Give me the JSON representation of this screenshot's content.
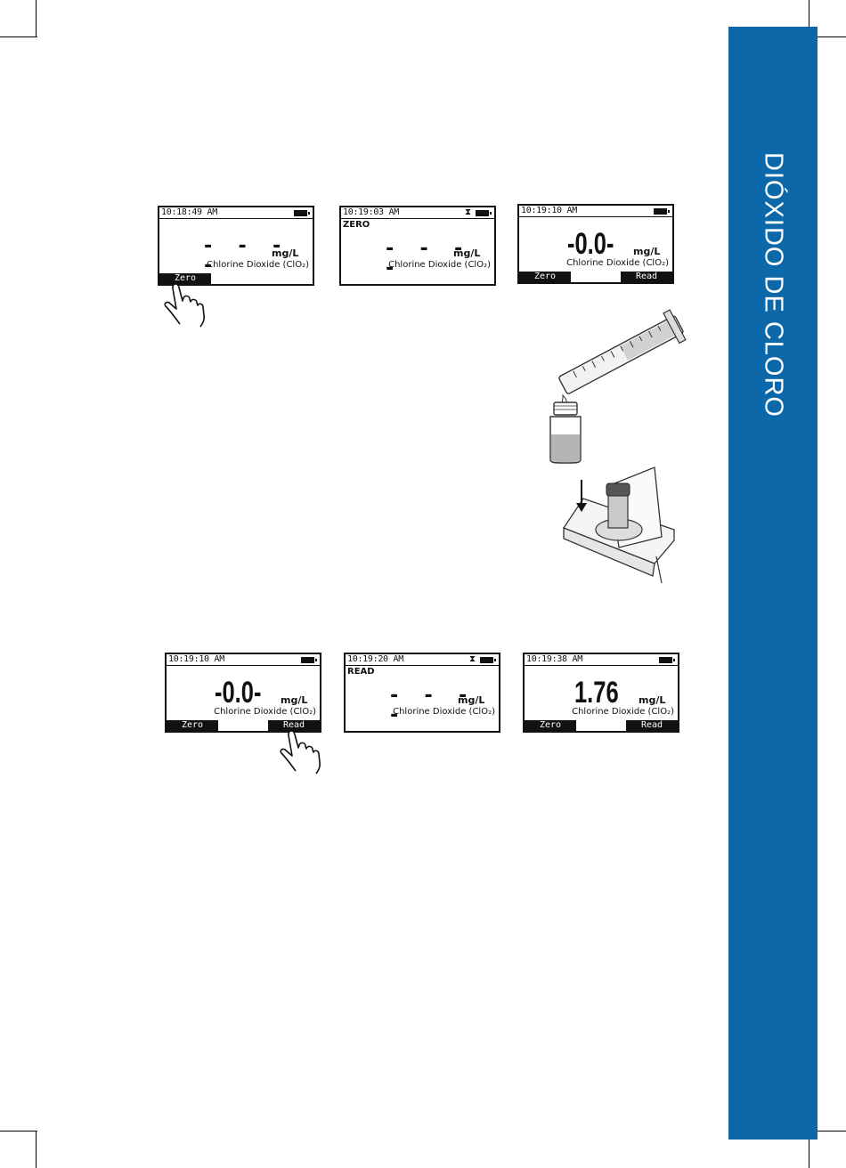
{
  "side_tab": {
    "title": "DIÓXIDO DE CLORO",
    "color": "#0d68a9"
  },
  "screens_top": [
    {
      "time": "10:18:49 AM",
      "mode": "",
      "display": "- - - -",
      "unit": "mg/L",
      "param": "Chlorine Dioxide (ClO₂)",
      "left_btn": "Zero",
      "right_btn": "",
      "hourglass": false
    },
    {
      "time": "10:19:03 AM",
      "mode": "ZERO",
      "display": "- - - -",
      "unit": "mg/L",
      "param": "Chlorine Dioxide (ClO₂)",
      "left_btn": "",
      "right_btn": "",
      "hourglass": true
    },
    {
      "time": "10:19:10 AM",
      "mode": "",
      "display": "-0.0-",
      "unit": "mg/L",
      "param": "Chlorine Dioxide (ClO₂)",
      "left_btn": "Zero",
      "right_btn": "Read",
      "hourglass": false
    }
  ],
  "screens_bottom": [
    {
      "time": "10:19:10 AM",
      "mode": "",
      "display": "-0.0-",
      "unit": "mg/L",
      "param": "Chlorine Dioxide (ClO₂)",
      "left_btn": "Zero",
      "right_btn": "Read",
      "hourglass": false
    },
    {
      "time": "10:19:20 AM",
      "mode": "READ",
      "display": "- - - -",
      "unit": "mg/L",
      "param": "Chlorine Dioxide (ClO₂)",
      "left_btn": "",
      "right_btn": "",
      "hourglass": true
    },
    {
      "time": "10:19:38 AM",
      "mode": "",
      "display": "1.76",
      "unit": "mg/L",
      "param": "Chlorine Dioxide (ClO₂)",
      "left_btn": "Zero",
      "right_btn": "Read",
      "hourglass": false
    }
  ]
}
